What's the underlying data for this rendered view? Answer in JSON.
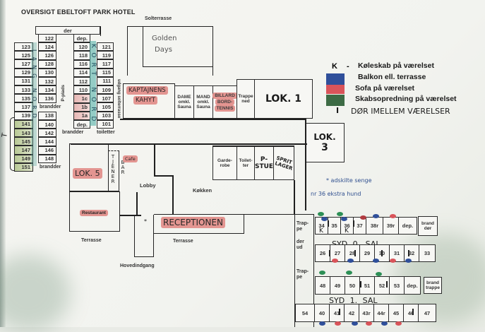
{
  "title": "OVERSIGT EBELTOFT PARK HOTEL",
  "legend": {
    "k_marker": "K",
    "k_dash": "-",
    "items": [
      {
        "label": "Køleskab på værelset",
        "color": ""
      },
      {
        "label": "Balkon ell. terrasse",
        "color": "#2f4f9a"
      },
      {
        "label": "Sofa på værelset",
        "color": "#d9545a"
      },
      {
        "label": "Skabsopredning på værelset",
        "color": "#3d6b45"
      }
    ],
    "door_marker": "I",
    "door_label": "DØR IMELLEM VÆRELSER"
  },
  "nord_wing": {
    "top_label": "der",
    "left_col": [
      "123",
      "125",
      "127",
      "129",
      "131",
      "133",
      "135",
      "137",
      "139",
      "141",
      "143",
      "145",
      "147",
      "149",
      "151"
    ],
    "mid_col": [
      "122",
      "124",
      "126",
      "128",
      "130",
      "132",
      "134",
      "136",
      "brandder",
      "138",
      "140",
      "142",
      "144",
      "146",
      "148",
      "brandder"
    ],
    "parking_label": "P-plads",
    "lang_nord": "LANG NORD",
    "kort_nord": "KORT NORD",
    "inner_col": [
      "dep.",
      "120",
      "118",
      "116",
      "114",
      "112",
      "110",
      "1c",
      "1b",
      "1a",
      "dep."
    ],
    "inner_brand": "brandder",
    "outer_col": [
      "121",
      "119",
      "117",
      "115",
      "111",
      "109",
      "107",
      "105",
      "103",
      "101"
    ],
    "outer_toilet": "toiletter",
    "exit_label": "udgang solterrasse",
    "bracket_label": "T"
  },
  "areas": {
    "solterrasse": "Solterrasse",
    "golden_days": [
      "Golden",
      "Days"
    ],
    "kaptajnens_kahyt": [
      "KAPTAJNENS",
      "KAHYT"
    ],
    "dame_sauna": [
      "DAME",
      "omkl.",
      "Sauna"
    ],
    "mand_sauna": [
      "MAND",
      "omkl.",
      "Sauna"
    ],
    "billard": [
      "BILLARD",
      "BORD-",
      "TENNIS"
    ],
    "trappe_ned": [
      "Trappe",
      "ned"
    ],
    "lok1": "LOK. 1",
    "lok3": [
      "LOK.",
      "3"
    ],
    "lok5": "LOK. 5",
    "cafe": "Cafe",
    "tjener": "TJENER",
    "bar": "BAR",
    "lobby": "Lobby",
    "kokken": "Køkken",
    "garderobe": [
      "Garde-",
      "robe"
    ],
    "toiletter": [
      "Toilet-",
      "ter"
    ],
    "p_stue": [
      "P-",
      "STUE"
    ],
    "sprit_lager": [
      "SPRIT",
      "LAGER"
    ],
    "restaurant": "Restaurant",
    "receptionen": "RECEPTIONEN",
    "terrasse_left": "Terrasse",
    "terrasse_right": "Terrasse",
    "hovedindgang": "Hovedindgang"
  },
  "handnote": [
    "* adskilte senge",
    "nr 36 ekstra hund"
  ],
  "syd": {
    "trappe_top": [
      "Trap-",
      "pe"
    ],
    "der_ud": [
      "der",
      "ud"
    ],
    "trappe_bottom": [
      "Trap-",
      "pe"
    ],
    "row0_top": [
      "34",
      "35",
      "36",
      "37",
      "38r",
      "39r",
      "dep."
    ],
    "row0_top_marks": [
      "K",
      "",
      "K",
      "",
      "",
      "",
      ""
    ],
    "brand_top": [
      "brand",
      "dør"
    ],
    "label0": "SYD  0. SAL",
    "row0_bottom": [
      "26",
      "27",
      "28",
      "29",
      "30",
      "31",
      "32",
      "33"
    ],
    "row1_top": [
      "48",
      "49",
      "50",
      "51",
      "52",
      "53",
      "dep."
    ],
    "brand_mid": [
      "brand",
      "trappe"
    ],
    "label1": "SYD  1. SAL",
    "row1_bottom": [
      "54",
      "40",
      "41",
      "42",
      "43r",
      "44r",
      "45",
      "46",
      "47"
    ]
  }
}
